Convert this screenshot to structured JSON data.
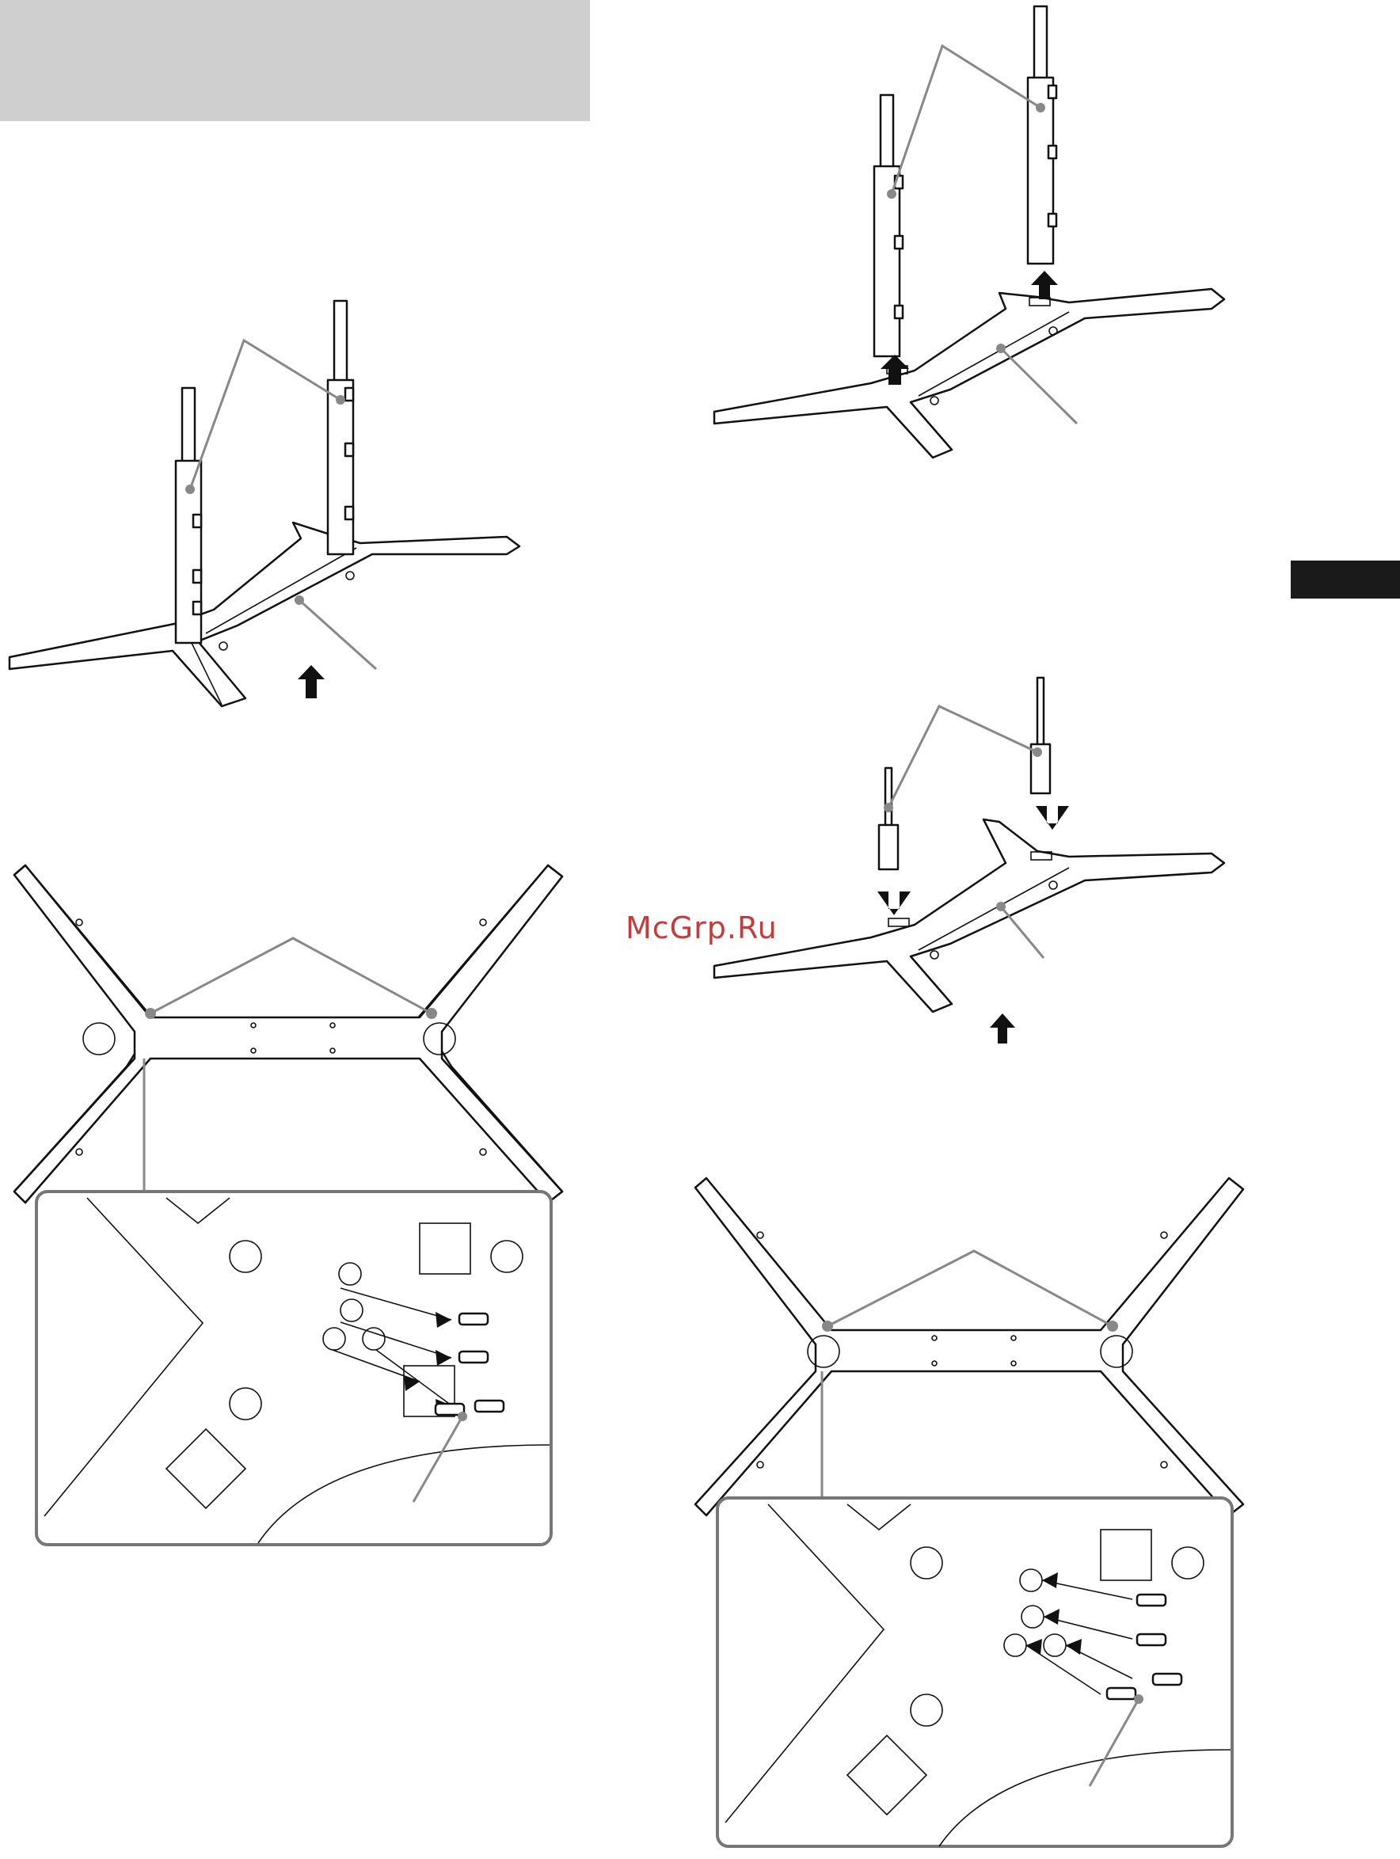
{
  "header": {
    "title": "",
    "background": "#cfcfcf"
  },
  "side_tab": {
    "color": "#1a1a1a"
  },
  "watermark": {
    "text": "McGrp.Ru",
    "color": "#c43b3b"
  },
  "figures": [
    {
      "id": "stand-with-columns",
      "step": "assembled-stand"
    },
    {
      "id": "columns-removed",
      "step": "lift-columns-up"
    },
    {
      "id": "short-columns-inserted",
      "step": "insert-short-columns"
    },
    {
      "id": "base-bottom-view-1",
      "step": "screw-holes"
    },
    {
      "id": "base-bottom-view-2",
      "step": "screw-holes"
    },
    {
      "id": "screws-removed-detail",
      "step": "remove-screws"
    },
    {
      "id": "screws-inserted-detail",
      "step": "attach-screws"
    }
  ],
  "colors": {
    "callout": "#888888",
    "line": "#111111"
  }
}
